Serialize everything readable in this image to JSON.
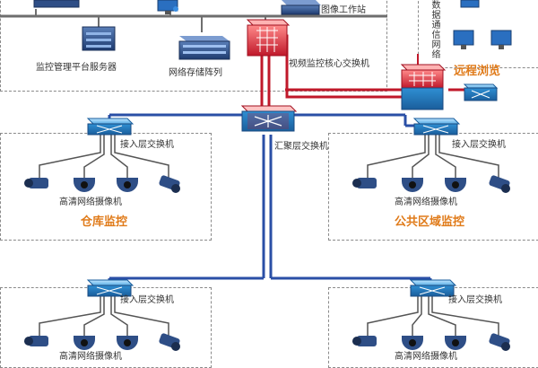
{
  "labels": {
    "workstation": "图像工作站",
    "platform_server": "监控管理平台服务器",
    "storage_array": "网络存储阵列",
    "core_switch": "视频监控核心交换机",
    "data_network": "数据通信网络",
    "remote_view": "远程浏览",
    "aggregation_switch": "汇聚层交换机",
    "access_switch": "接入层交换机",
    "hd_camera": "高清网络摄像机",
    "warehouse_monitoring": "仓库监控",
    "public_area_monitoring": "公共区域监控"
  },
  "colors": {
    "core_link": "#c0182a",
    "access_link": "#2a4fa6",
    "zone_title": "#e07b1a",
    "dashed_border": "#8a8a8a"
  }
}
